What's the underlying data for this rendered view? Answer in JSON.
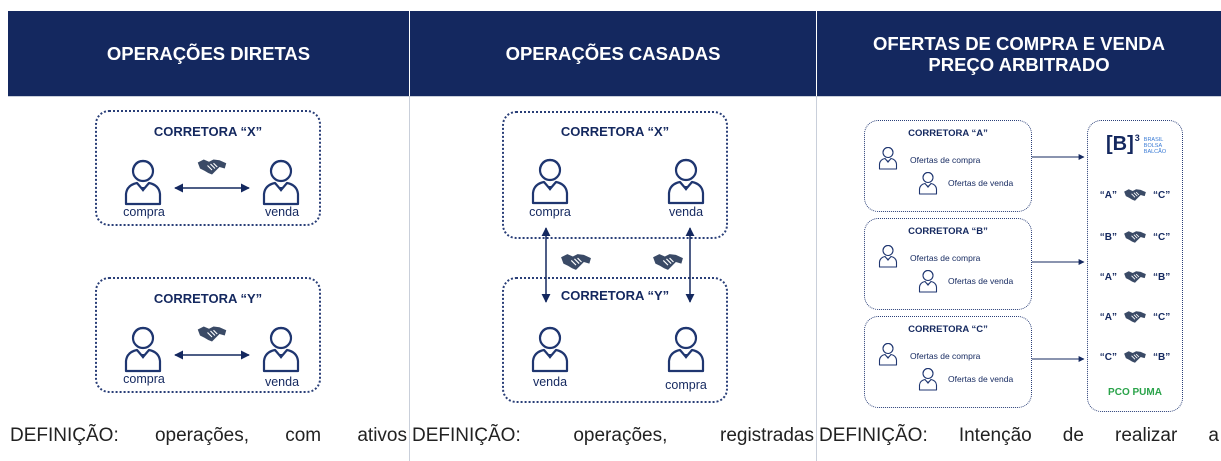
{
  "columns": [
    {
      "header": "OPERAÇÕES DIRETAS",
      "boxes": [
        {
          "title": "CORRETORA “X”",
          "left_label": "compra",
          "right_label": "venda"
        },
        {
          "title": "CORRETORA “Y”",
          "left_label": "compra",
          "right_label": "venda"
        }
      ],
      "definition": "DEFINIÇÃO: operações, com ativos"
    },
    {
      "header": "OPERAÇÕES CASADAS",
      "boxes": [
        {
          "title": "CORRETORA “X”",
          "left_label": "compra",
          "right_label": "venda"
        },
        {
          "title": "CORRETORA “Y”",
          "left_label": "venda",
          "right_label": "compra"
        }
      ],
      "definition": "DEFINIÇÃO: operações, registradas"
    },
    {
      "header_line1": "OFERTAS DE COMPRA E VENDA",
      "header_line2": "PREÇO ARBITRADO",
      "boxes": [
        {
          "title": "CORRETORA “A”",
          "buy": "Ofertas de compra",
          "sell": "Ofertas de venda"
        },
        {
          "title": "CORRETORA “B”",
          "buy": "Ofertas de compra",
          "sell": "Ofertas de venda"
        },
        {
          "title": "CORRETORA “C”",
          "buy": "Ofertas de compra",
          "sell": "Ofertas de venda"
        }
      ],
      "exchange": {
        "logo": "[B]",
        "sup": "3",
        "name_lines": [
          "BRASIL",
          "BOLSA",
          "BALCÃO"
        ]
      },
      "pairs": [
        {
          "left": "“A”",
          "right": "“C”"
        },
        {
          "left": "“B”",
          "right": "“C”"
        },
        {
          "left": "“A”",
          "right": "“B”"
        },
        {
          "left": "“A”",
          "right": "“C”"
        },
        {
          "left": "“C”",
          "right": "“B”"
        }
      ],
      "puma": "PCO PUMA",
      "definition": "DEFINIÇÃO: Intenção de realizar a"
    }
  ],
  "colors": {
    "navy": "#14285f",
    "line": "#2a3f78",
    "green": "#2aa34a"
  }
}
